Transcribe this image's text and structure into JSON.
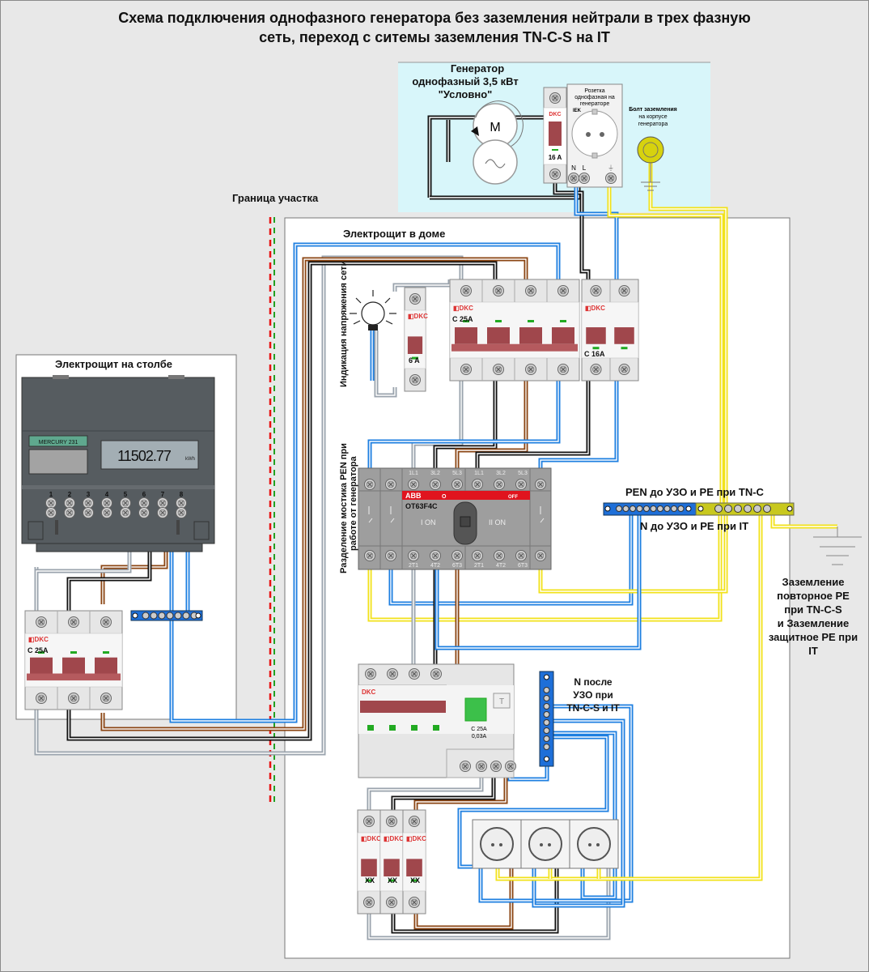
{
  "title": {
    "line1": "Схема подключения однофазного генератора без заземления нейтрали в трех фазную",
    "line2": "сеть, переход с ситемы заземления TN-C-S на IT"
  },
  "generator": {
    "label_line1": "Генератор",
    "label_line2": "однофазный 3,5 кВт",
    "label_line3": "\"Условно\"",
    "motor_symbol": "M",
    "alternator_symbol": "~",
    "breaker_brand": "DKC",
    "breaker_rating": "16 A",
    "socket_label_line1": "Розетка",
    "socket_label_line2": "однофазная на",
    "socket_label_line3": "генераторе",
    "socket_brand": "IEK",
    "socket_terminal_n": "N",
    "socket_terminal_l": "L",
    "ground_bolt_line1": "Болт заземления",
    "ground_bolt_line2": "на корпусе",
    "ground_bolt_line3": "генератора"
  },
  "boundary": {
    "label": "Граница участка"
  },
  "house_panel": {
    "title": "Электрощит в доме",
    "indicator_label": "Индикация напряжения сети",
    "indicator_breaker_brand": "DKC",
    "indicator_breaker_rating": "6 A",
    "main_breaker_brand": "DKC",
    "main_breaker_rating": "C 25A",
    "gen_breaker_brand": "DKC",
    "gen_breaker_rating": "C 16A",
    "switch_side_label_line1": "Разделение мостика PEN при",
    "switch_side_label_line2": "работе от генератора",
    "switch_brand": "ABB",
    "switch_model": "OT63F4C",
    "switch_pos_0": "O",
    "switch_pos_off": "OFF",
    "switch_pos_1": "I ON",
    "switch_pos_2": "II ON",
    "switch_top_terminals": [
      "1L1",
      "3L2",
      "5L3",
      "1L1",
      "3L2",
      "5L3"
    ],
    "switch_bottom_terminals": [
      "2T1",
      "4T2",
      "6T3",
      "2T1",
      "4T2",
      "6T3"
    ],
    "bus_label_top": "PEN до УЗО и PE при TN-C",
    "bus_label_bottom": "N до УЗО и PE при IT",
    "ground_label": [
      "Заземление",
      "повторное PE",
      "при TN-C-S",
      "и Заземление",
      "защитное PE при",
      "IT"
    ],
    "rcbo_brand": "DKC",
    "rcbo_rating_line1": "C 25A",
    "rcbo_rating_line2": "0,03A",
    "rcbo_test_button": "T",
    "n_bus_label": [
      "N после",
      "УЗО при",
      "TN-C-S и IT"
    ],
    "branch_breakers": [
      {
        "brand": "DKC",
        "rating": "XX"
      },
      {
        "brand": "DKC",
        "rating": "XX"
      },
      {
        "brand": "DKC",
        "rating": "XX"
      }
    ],
    "sockets_count": 3
  },
  "pole_panel": {
    "title": "Электрощит на столбе",
    "meter_model": "MERCURY 231",
    "meter_reading": "11502.77",
    "meter_unit": "kWh",
    "meter_terminals": [
      "1",
      "2",
      "3",
      "4",
      "5",
      "6",
      "7",
      "8"
    ],
    "breaker_brand": "DKC",
    "breaker_rating": "C 25A"
  },
  "colors": {
    "phase_l1": "#9aa3ad",
    "phase_l2": "#111111",
    "phase_l3": "#8b4513",
    "neutral": "#1e7fe0",
    "pe": "#f2e21a",
    "breaker_handle": "#a0474c",
    "bus_blue": "#1e6fd8",
    "bus_yellow": "#c8c81e",
    "abb_red": "#e0141e",
    "boundary_red": "#e81010",
    "boundary_green": "#22a022"
  }
}
